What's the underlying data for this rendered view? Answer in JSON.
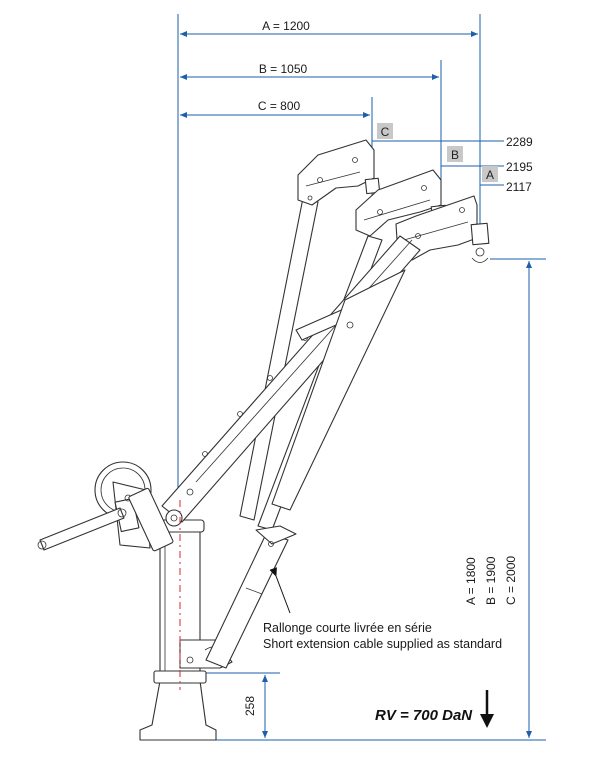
{
  "dimensions": {
    "reach_a": "A = 1200",
    "reach_b": "B = 1050",
    "reach_c": "C = 800",
    "height_c": "2289",
    "height_b": "2195",
    "height_a": "2117",
    "base_height": "258",
    "vertical_a": "A = 1800",
    "vertical_b": "B = 1900",
    "vertical_c": "C = 2000"
  },
  "position_tags": {
    "c": "C",
    "b": "B",
    "a": "A"
  },
  "notes": {
    "line_fr": "Rallonge courte livrée en série",
    "line_en": "Short extension cable supplied as standard"
  },
  "load_rating": "RV = 700 DaN",
  "colors": {
    "dimension_line": "#1d5fa8",
    "axis_line": "#d42a2a",
    "tag_fill": "#c8c8c8",
    "outline": "#333333"
  }
}
